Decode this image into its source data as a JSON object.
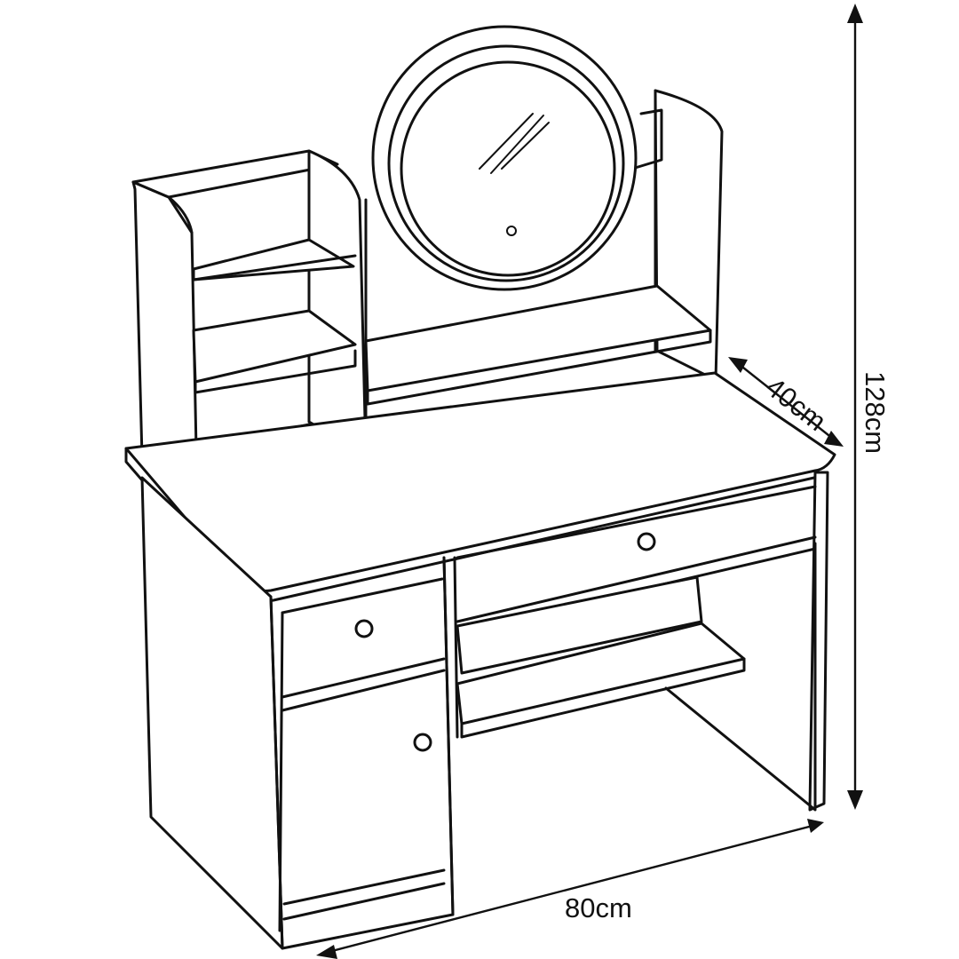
{
  "dimensions": {
    "depth": "40cm",
    "height": "128cm",
    "width": "80cm"
  },
  "colors": {
    "line": "#111111",
    "background": "#ffffff"
  }
}
